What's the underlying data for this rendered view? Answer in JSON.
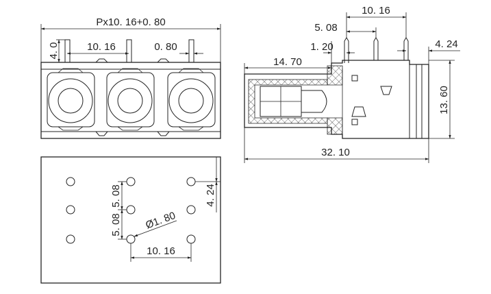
{
  "front_view": {
    "pitch_total": "Px10. 16+0. 80",
    "pin_height": "4. 0",
    "pitch": "10. 16",
    "pin_width": "0. 80"
  },
  "side_view": {
    "pin_pitch_top": "10. 16",
    "pin_pitch_inner": "5. 08",
    "pin_offset": "1. 20",
    "pin_right_offset": "4. 24",
    "depth_front": "14. 70",
    "height": "13. 60",
    "total_length": "32. 10"
  },
  "footprint": {
    "row_pitch_upper": "5. 08",
    "row_pitch_lower": "5. 08",
    "hole_diameter": "Ø1. 80",
    "column_pitch": "10. 16",
    "edge_offset": "4. 24"
  }
}
